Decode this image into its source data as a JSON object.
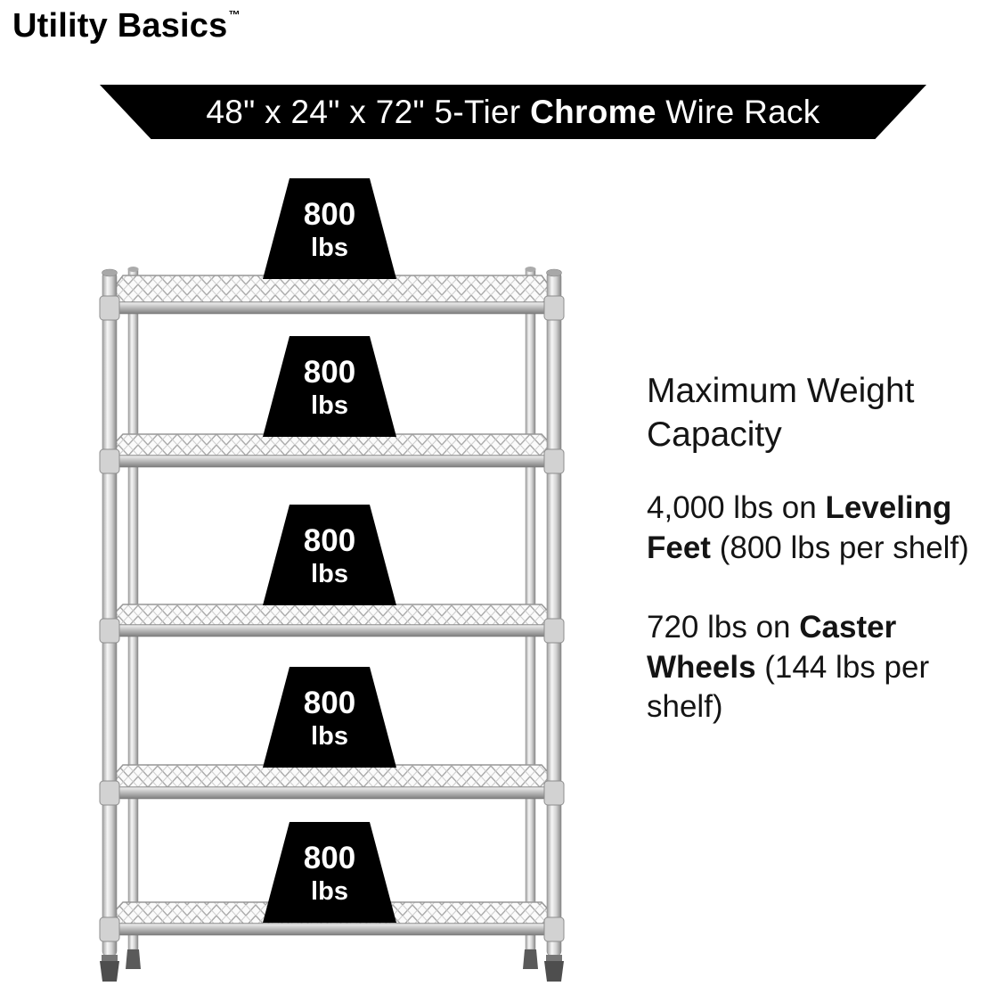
{
  "brand": {
    "name": "Utility Basics",
    "trademark": "™"
  },
  "banner": {
    "prefix": "48\" x 24\" x 72\" 5-Tier ",
    "bold": "Chrome",
    "suffix": " Wire Rack"
  },
  "badges": [
    {
      "value": "800",
      "unit": "lbs"
    },
    {
      "value": "800",
      "unit": "lbs"
    },
    {
      "value": "800",
      "unit": "lbs"
    },
    {
      "value": "800",
      "unit": "lbs"
    },
    {
      "value": "800",
      "unit": "lbs"
    }
  ],
  "info": {
    "heading": "Maximum Weight Capacity",
    "items": [
      {
        "pre": "4,000 lbs on ",
        "bold": "Leveling Feet",
        "post": " (800 lbs per shelf)"
      },
      {
        "pre": "720 lbs on ",
        "bold": "Caster Wheels",
        "post": " (144 lbs per shelf)"
      }
    ]
  },
  "colors": {
    "background": "#ffffff",
    "banner_bg": "#000000",
    "badge_bg": "#000000",
    "text": "#141414",
    "banner_text": "#ffffff",
    "chrome_light": "#f5f5f5",
    "chrome_dark": "#8a8a8a"
  }
}
